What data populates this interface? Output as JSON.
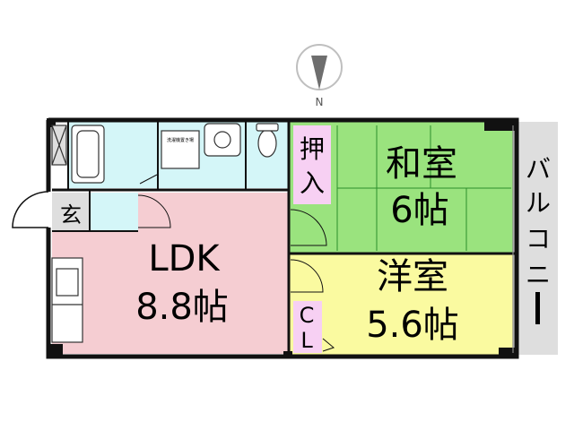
{
  "compass": {
    "label": "N"
  },
  "rooms": {
    "ldk_name": "LDK",
    "ldk_size": "8.8帖",
    "washitsu_name": "和室",
    "washitsu_size": "6帖",
    "youshitsu_name": "洋室",
    "youshitsu_size": "5.6帖",
    "oshiire": [
      "押",
      "入"
    ],
    "closet": [
      "C",
      "L"
    ],
    "genkan": "玄",
    "balcony": [
      "バ",
      "ル",
      "コ",
      "ニ",
      "ー"
    ],
    "washer_label": "洗濯機置き場"
  },
  "colors": {
    "ldk": "#f5cdd2",
    "washitsu": "#9ae37e",
    "youshitsu": "#fafaa0",
    "wet_area": "#d4f6f8",
    "closet": "#f7d0f3",
    "genkan": "#dedede",
    "balcony": "#dedede",
    "wall": "#111111"
  }
}
